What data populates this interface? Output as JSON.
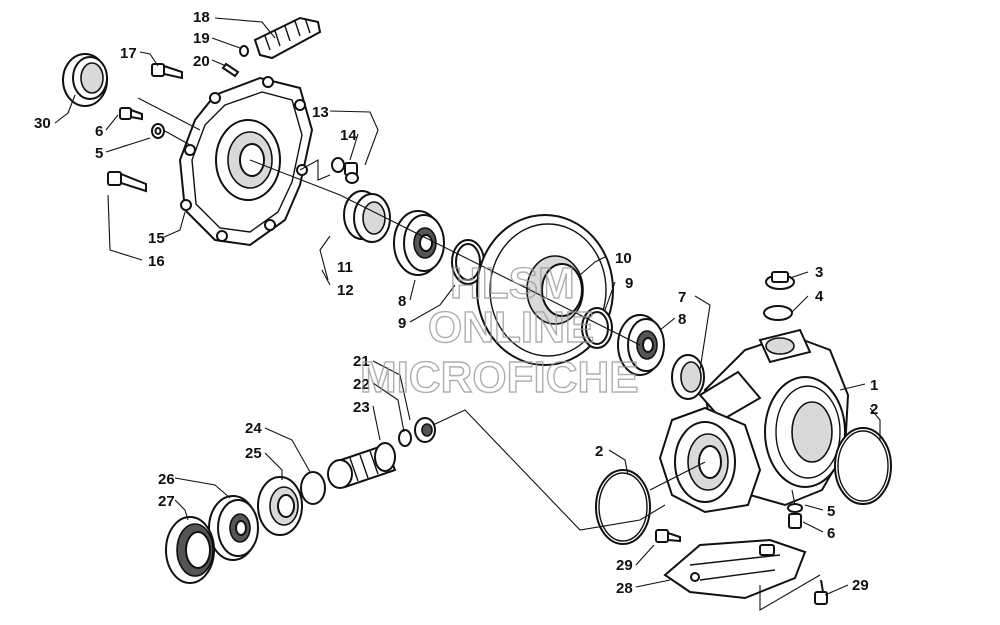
{
  "watermark": {
    "line1": "HLSM",
    "line2": "ONLINE",
    "line3": "MICROFICHE"
  },
  "callouts": {
    "c1": "1",
    "c2a": "2",
    "c2b": "2",
    "c3": "3",
    "c4": "4",
    "c5a": "5",
    "c5b": "5",
    "c6a": "6",
    "c6b": "6",
    "c7": "7",
    "c8a": "8",
    "c8b": "8",
    "c9a": "9",
    "c9b": "9",
    "c10": "10",
    "c11": "11",
    "c12": "12",
    "c13": "13",
    "c14": "14",
    "c15": "15",
    "c16": "16",
    "c17": "17",
    "c18": "18",
    "c19": "19",
    "c20": "20",
    "c21": "21",
    "c22": "22",
    "c23": "23",
    "c24": "24",
    "c25": "25",
    "c26": "26",
    "c27": "27",
    "c28": "28",
    "c29a": "29",
    "c29b": "29",
    "c30": "30"
  }
}
